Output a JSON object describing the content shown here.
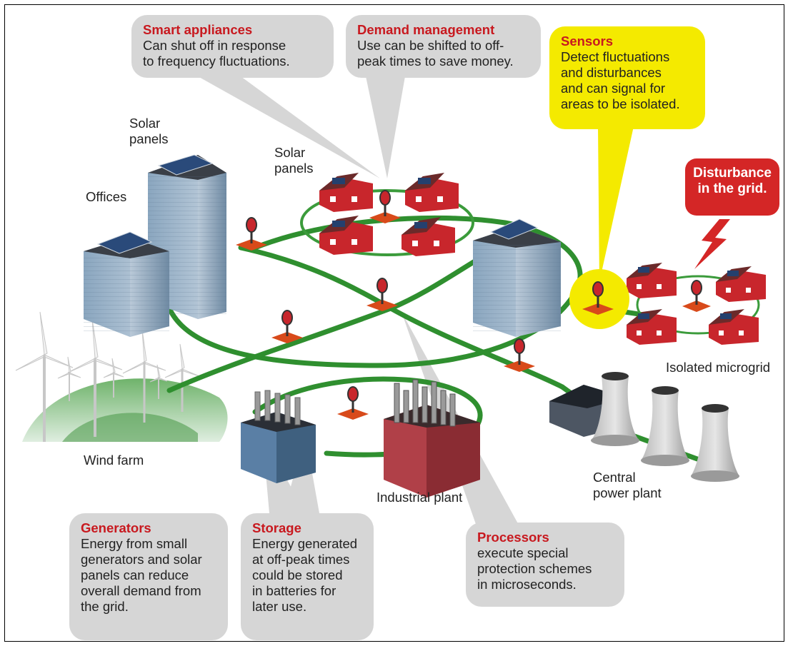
{
  "callouts": {
    "smart_appliances": {
      "title": "Smart appliances",
      "body": "Can shut off in response\nto frequency fluctuations."
    },
    "demand_management": {
      "title": "Demand management",
      "body": "Use can be shifted to off-\npeak times to save money."
    },
    "sensors": {
      "title": "Sensors",
      "body": "Detect fluctuations\nand disturbances\nand can signal for\nareas to be isolated."
    },
    "disturbance": {
      "text": "Disturbance\nin the grid."
    },
    "generators": {
      "title": "Generators",
      "body": "Energy from small\ngenerators and solar\npanels can reduce\noverall demand from\nthe grid."
    },
    "storage": {
      "title": "Storage",
      "body": "Energy generated\nat off-peak times\ncould be stored\nin batteries for\nlater use."
    },
    "processors": {
      "title": "Processors",
      "body": "execute special\nprotection schemes\nin microseconds."
    }
  },
  "labels": {
    "solar_panels_offices": "Solar\npanels",
    "solar_panels_homes": "Solar\npanels",
    "offices": "Offices",
    "wind_farm": "Wind farm",
    "industrial_plant": "Industrial plant",
    "central_power_plant": "Central\npower plant",
    "isolated_microgrid": "Isolated microgrid"
  },
  "colors": {
    "title_red": "#c8191f",
    "callout_gray": "#d6d6d6",
    "sensor_yellow": "#f4ea00",
    "grid_green": "#2f8f2f",
    "house_red": "#c8262c"
  }
}
